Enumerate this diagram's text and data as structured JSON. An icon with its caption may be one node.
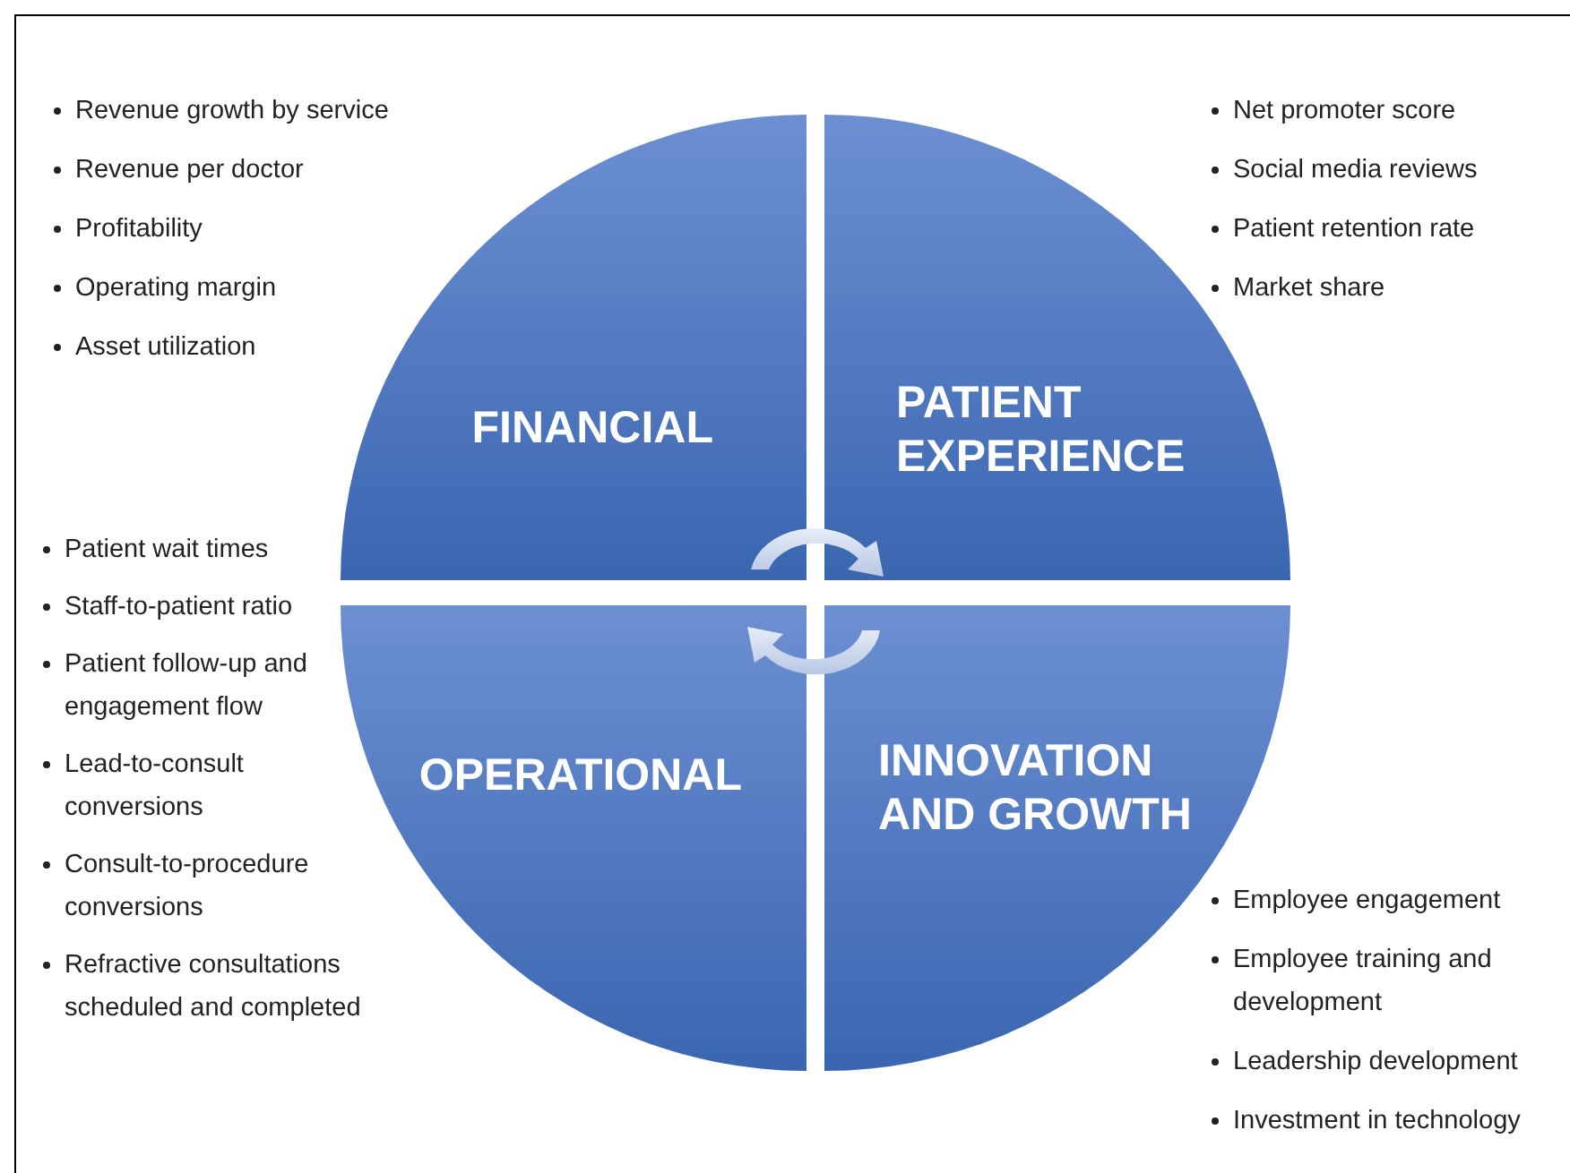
{
  "diagram": {
    "nodes": [
      {
        "text": [
          "FINANCIAL"
        ]
      },
      {
        "text": [
          "PATIENT EXPERIENCE"
        ]
      },
      {
        "text": [
          "OPERATIONAL"
        ]
      },
      {
        "text": [
          "INNOVATION AND GROWTH"
        ]
      }
    ],
    "labels": [
      "Revenue growth by service",
      "Revenue per doctor",
      "Profitability",
      "Operating margin",
      "Asset utilization",
      "Net promoter score",
      "Social media reviews",
      "Patient retention rate",
      "Market share",
      "Patient wait times",
      "Staff-to-patient ratio",
      "Patient follow-up and engagement flow",
      "Lead-to-consult conversions",
      "Consult-to-procedure conversions",
      "Refractive consultations scheduled and completed",
      "Employee engagement",
      "Employee training and development",
      "Leadership development",
      "Investment in technology"
    ]
  }
}
